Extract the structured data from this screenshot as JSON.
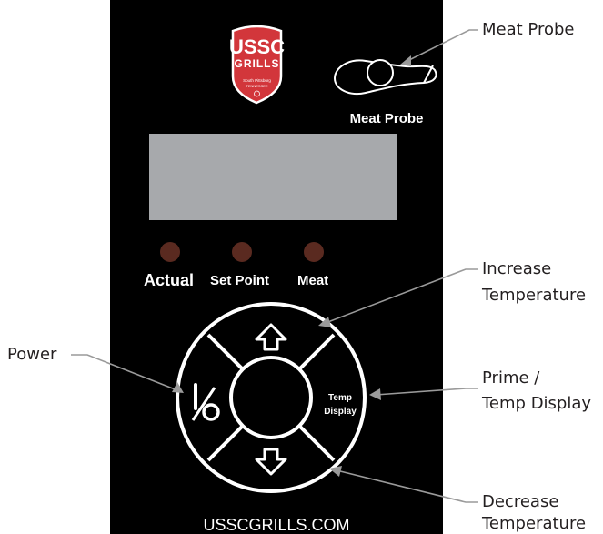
{
  "panel": {
    "logo": {
      "line1": "USSC",
      "line2": "GRILLS",
      "tagline1": "South Pittsburg",
      "tagline2": "TENNESSEE"
    },
    "probe_label": "Meat Probe",
    "leds": [
      {
        "label": "Actual"
      },
      {
        "label": "Set Point"
      },
      {
        "label": "Meat"
      }
    ],
    "buttons": {
      "power_symbol": "I/O",
      "temp_display_line1": "Temp",
      "temp_display_line2": "Display"
    },
    "website": "USSCGRILLS.COM"
  },
  "callouts": {
    "meat_probe": "Meat Probe",
    "increase_line1": "Increase",
    "increase_line2": "Temperature",
    "power": "Power",
    "prime_line1": "Prime /",
    "prime_line2": "Temp Display",
    "decrease_line1": "Decrease",
    "decrease_line2": "Temperature"
  },
  "colors": {
    "panel": "#000000",
    "logo_red": "#d2363b",
    "display": "#a7a9ac",
    "led": "#5a2a20",
    "leader": "#9a9a9a",
    "text": "#231f20"
  }
}
